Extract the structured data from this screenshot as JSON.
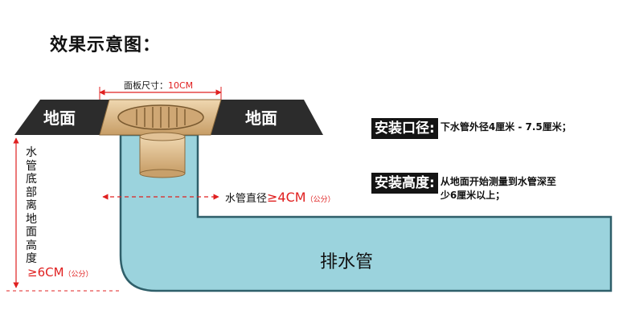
{
  "title": "效果示意图：",
  "floor_left": "地面",
  "floor_right": "地面",
  "panel_size": {
    "label": "面板尺寸：",
    "value": "10CM"
  },
  "pipe_diameter": {
    "label": "水管直径",
    "value": "≥4CM",
    "unit": "（公分）"
  },
  "drain_pipe": "排水管",
  "height_vertical": "水管底部离地面高度",
  "height_value": "≥6CM",
  "height_unit": "（公分）",
  "specs": [
    {
      "label": "安装口径:",
      "text": "下水管外径4厘米 - 7.5厘米；"
    },
    {
      "label": "安装高度:",
      "text": "从地面开始测量到水管深至少6厘米以上；"
    }
  ],
  "colors": {
    "pipe": "#9bd3dd",
    "pipe_stroke": "#2f5f6a",
    "floor": "#2c2c2c",
    "drain_gold": "#d9b98c",
    "dim_red": "#e02020"
  }
}
